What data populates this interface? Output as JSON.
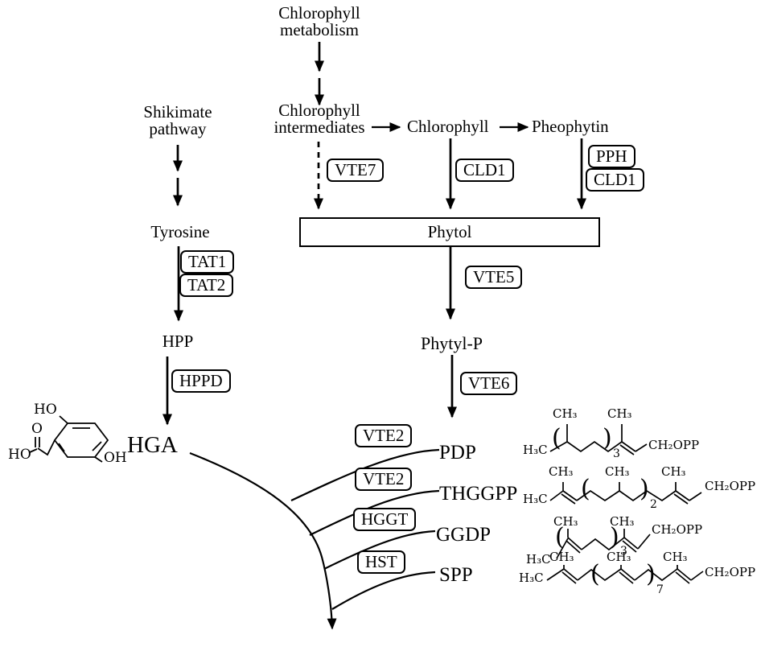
{
  "nodes": {
    "chlorophyll_metabolism": {
      "line1": "Chlorophyll",
      "line2": "metabolism"
    },
    "shikimate_pathway": {
      "line1": "Shikimate",
      "line2": "pathway"
    },
    "chlorophyll_intermediates": {
      "line1": "Chlorophyll",
      "line2": "intermediates"
    },
    "chlorophyll": "Chlorophyll",
    "pheophytin": "Pheophytin",
    "tyrosine": "Tyrosine",
    "hpp": "HPP",
    "hga": "HGA",
    "phytol": "Phytol",
    "phytyl_p": "Phytyl-P",
    "pdp": "PDP",
    "thggpp": "THGGPP",
    "ggdp": "GGDP",
    "spp": "SPP"
  },
  "enzymes": {
    "vte7": "VTE7",
    "cld1_a": "CLD1",
    "pph": "PPH",
    "cld1_b": "CLD1",
    "tat1": "TAT1",
    "tat2": "TAT2",
    "hppd": "HPPD",
    "vte5": "VTE5",
    "vte6": "VTE6",
    "vte2_a": "VTE2",
    "vte2_b": "VTE2",
    "hggt": "HGGT",
    "hst": "HST"
  },
  "chem_labels": {
    "h3c": "H₃C",
    "ch3": "CH₃",
    "ch2opp": "CH₂OPP",
    "paren_open": "(",
    "paren_close": ")",
    "sub2": "2",
    "sub3": "3",
    "sub7": "7",
    "ho": "HO",
    "oh": "OH",
    "o": "O"
  },
  "colors": {
    "ink": "#000000",
    "background": "#ffffff"
  }
}
